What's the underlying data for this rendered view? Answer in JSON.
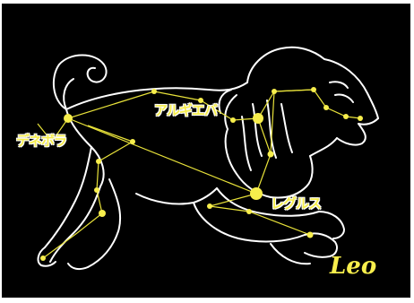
{
  "constellation_name": "Leo",
  "star_labels": {
    "algieba": "アルギエバ",
    "denebola": "デネボラ",
    "regulus": "レグルス"
  },
  "colors": {
    "background": "#000000",
    "outline": "#ffffff",
    "star": "#f7ee4c",
    "line": "#e8e23a"
  }
}
